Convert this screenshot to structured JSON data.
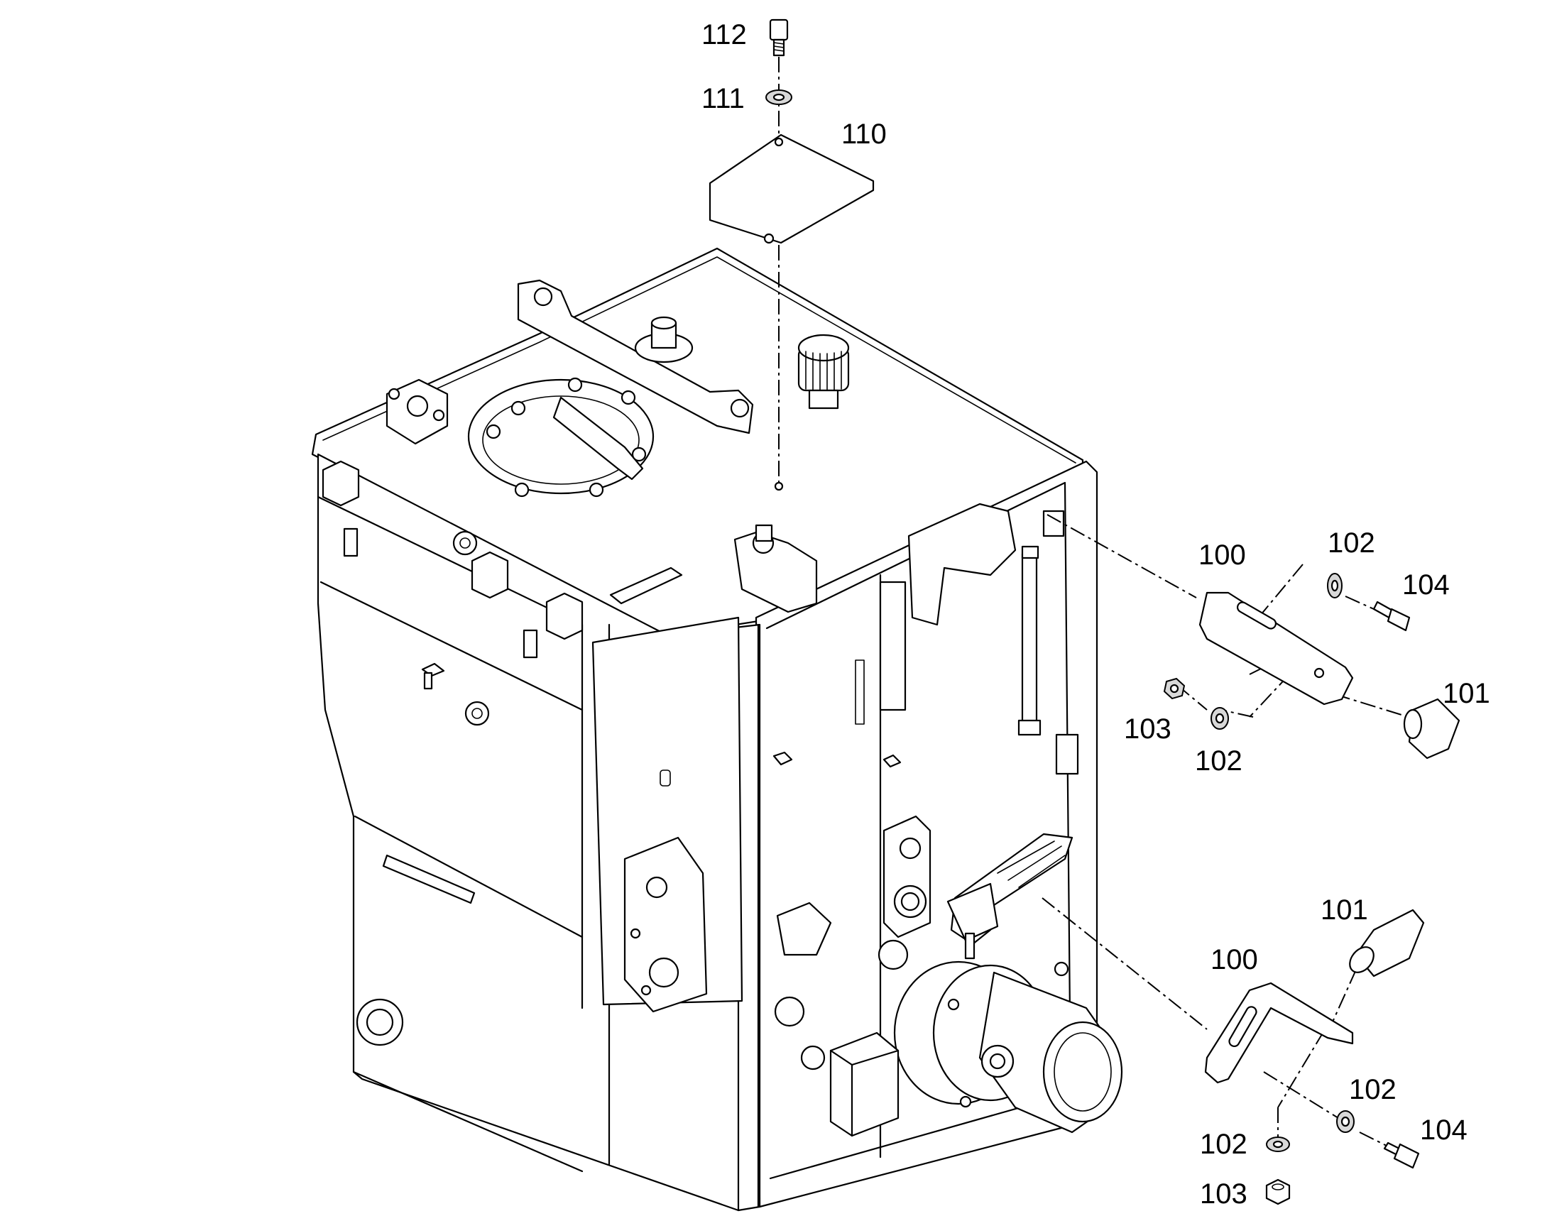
{
  "callouts": {
    "c112": "112",
    "c111": "111",
    "c110": "110",
    "c100_upper": "100",
    "c102_upper_right": "102",
    "c104_upper": "104",
    "c101_upper": "101",
    "c103_upper": "103",
    "c102_upper_lower": "102",
    "c101_lower": "101",
    "c100_lower": "100",
    "c102_lower_right": "102",
    "c104_lower": "104",
    "c102_lower_left": "102",
    "c103_lower": "103"
  },
  "icons": [
    "screw-icon",
    "washer-icon",
    "cover-plate-icon",
    "bracket-icon",
    "rubber-buffer-icon",
    "nut-icon",
    "hydraulic-tank-icon"
  ]
}
